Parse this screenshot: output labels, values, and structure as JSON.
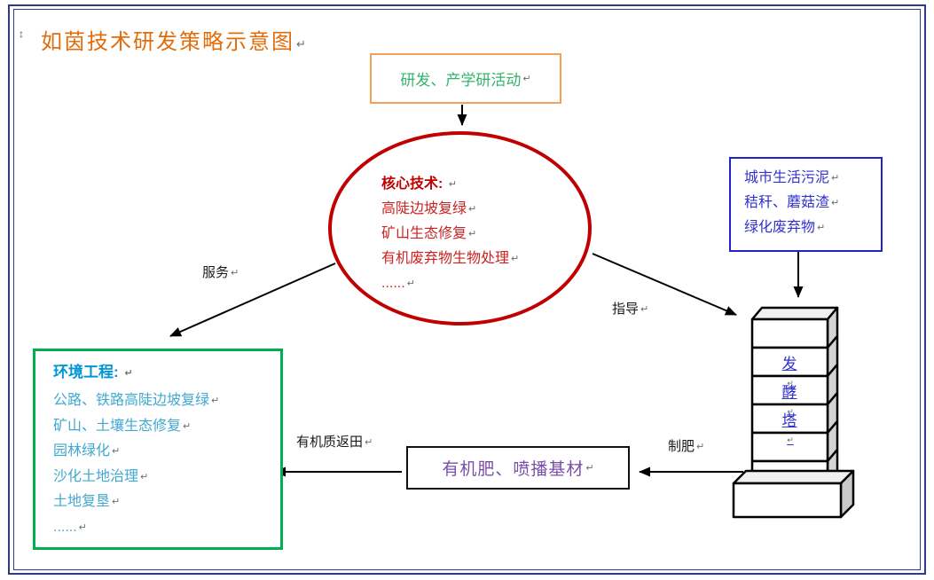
{
  "marks": {
    "pilcrow": "↵",
    "anchor": "↕"
  },
  "page": {
    "title": "如茵技术研发策略示意图"
  },
  "top_box": {
    "label": "研发、产学研活动"
  },
  "core_ellipse": {
    "title": "核心技术:",
    "lines": [
      "高陡边坡复绿",
      "矿山生态修复",
      "有机废弃物生物处理",
      "......"
    ]
  },
  "material_box": {
    "lines": [
      "城市生活污泥",
      "秸秆、蘑菇渣",
      "绿化废弃物"
    ]
  },
  "env_box": {
    "title": "环境工程:",
    "lines": [
      "公路、铁路高陡边坡复绿",
      "矿山、土壤生态修复",
      "园林绿化",
      "沙化土地治理",
      "土地复垦",
      "......"
    ]
  },
  "fertilizer_box": {
    "label": "有机肥、喷播基材"
  },
  "tower": {
    "chars": [
      "发",
      "酵",
      "塔"
    ]
  },
  "arrow_labels": {
    "serve": "服务",
    "guide": "指导",
    "organic_return": "有机质返田",
    "make_fertilizer": "制肥"
  },
  "colors": {
    "page_border": "#2b3a8c",
    "title_orange": "#e36c0a",
    "top_box_border": "#f2a05a",
    "top_box_text": "#33b36b",
    "ellipse_border": "#c00000",
    "ellipse_text": "#cc2222",
    "material_box": "#2222cc",
    "env_box_border": "#00b050",
    "env_box_text": "#41a9d1",
    "env_box_title": "#0096d6",
    "fertilizer_text": "#7a4ea8",
    "tower_text": "#3333cc",
    "arrow": "#000000"
  }
}
